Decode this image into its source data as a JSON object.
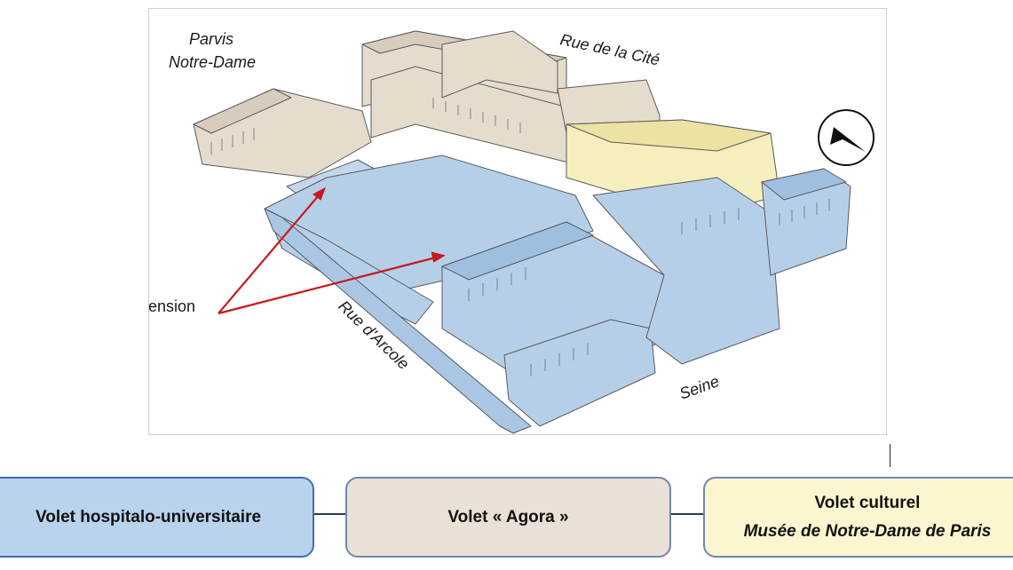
{
  "figure": {
    "labels": {
      "parvis_line1": "Parvis",
      "parvis_line2": "Notre-Dame",
      "rue_cite": "Rue de la Cité",
      "rue_arcole": "Rue d'Arcole",
      "seine": "Seine",
      "extension": "Extension"
    },
    "colors": {
      "agora_beige": "#e6dccd",
      "hospital_blue": "#b6cfe9",
      "culture_yellow": "#f6efbd",
      "arrow_red": "#c8191e",
      "outline": "#555555"
    },
    "compass_icon": "compass-icon"
  },
  "boxes": {
    "hospital": {
      "label": "Volet hospitalo-universitaire"
    },
    "agora": {
      "label": "Volet « Agora »"
    },
    "culture": {
      "label": "Volet culturel",
      "sublabel": "Musée de Notre-Dame de Paris"
    }
  }
}
